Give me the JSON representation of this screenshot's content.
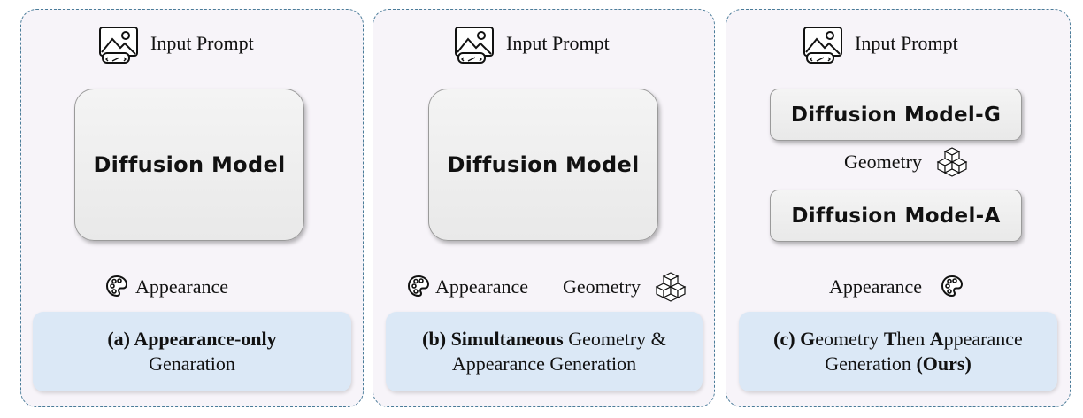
{
  "panels": [
    {
      "input_label": "Input Prompt",
      "model_label": "Diffusion Model",
      "appearance_label": "Appearance",
      "caption": {
        "prefix": "(a) ",
        "bold": "Appearance-only",
        "line2": "Genaration"
      }
    },
    {
      "input_label": "Input Prompt",
      "model_label": "Diffusion Model",
      "appearance_label": "Appearance",
      "geometry_label": "Geometry",
      "caption": {
        "prefix": "(b) ",
        "bold": "Simultaneous",
        "rest": " Geometry &",
        "line2": "Appearance Generation"
      }
    },
    {
      "input_label": "Input Prompt",
      "model_g_label": "Diffusion Model-G",
      "geometry_label": "Geometry",
      "model_a_label": "Diffusion Model-A",
      "appearance_label": "Appearance",
      "caption": {
        "prefix": "(c) ",
        "l1": [
          "G",
          "eometry ",
          "T",
          "hen ",
          "A",
          "ppearance"
        ],
        "line2_plain": "Generation ",
        "line2_bold": "(Ours)"
      }
    }
  ],
  "colors": {
    "panel_border": "#4a7c99",
    "panel_bg": "#f7f4f9",
    "caption_bg": "#dbe8f6",
    "box_fill": "#eeeeee"
  },
  "icons": [
    "image-prompt-icon",
    "palette-icon",
    "cube-icon"
  ]
}
